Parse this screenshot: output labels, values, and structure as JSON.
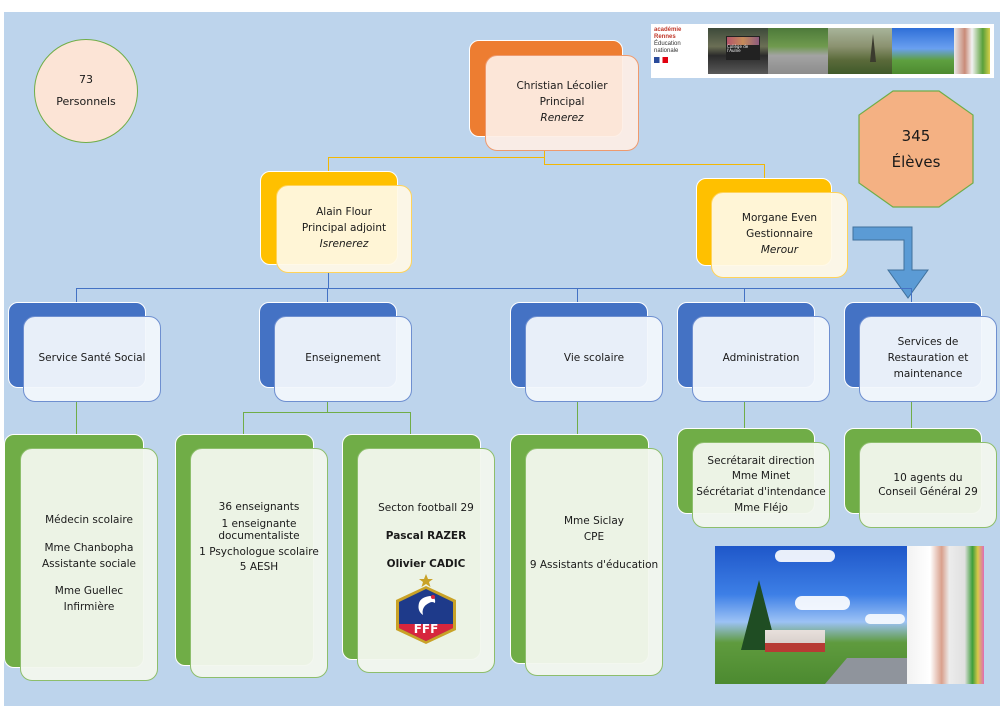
{
  "stats": {
    "staff": {
      "count": "73",
      "label": "Personnels"
    },
    "students": {
      "count": "345",
      "label": "Élèves"
    }
  },
  "banner": {
    "logo_line1": "académie",
    "logo_line2": "Rennes",
    "logo_line3": "Éducation",
    "logo_line4": "nationale",
    "sign_text": "Collège de l'Aulne"
  },
  "principal": {
    "name": "Christian Lécolier",
    "role": "Principal",
    "place": "Renerez"
  },
  "deputies": [
    {
      "name": "Alain Flour",
      "role": "Principal adjoint",
      "place": "Isrenerez"
    },
    {
      "name": "Morgane Even",
      "role": "Gestionnaire",
      "place": "Merour"
    }
  ],
  "departments": [
    {
      "label": "Service Santé Social"
    },
    {
      "label": "Enseignement"
    },
    {
      "label": "Vie scolaire"
    },
    {
      "label": "Administration"
    },
    {
      "label": "Services de Restauration et maintenance"
    }
  ],
  "teams": {
    "sante": [
      "Médecin scolaire",
      "Mme Chanbopha",
      "Assistante sociale",
      "Mme Guellec",
      "Infirmière"
    ],
    "enseignement": [
      "36 enseignants",
      "1 enseignante documentaliste",
      "1 Psychologue scolaire",
      "5 AESH"
    ],
    "football": [
      "Secton football 29",
      "Pascal RAZER",
      "Olivier CADIC"
    ],
    "fff_logo_text": "FFF",
    "vie_scolaire": [
      "Mme Siclay",
      "CPE",
      "9 Assistants d'éducation"
    ],
    "administration": [
      "Secrétarait direction",
      "Mme Minet",
      "Sécrétariat d'intendance",
      "Mme Fléjo"
    ],
    "restauration": [
      "10 agents du Conseil Général 29"
    ]
  },
  "colors": {
    "background": "#BDD4EC",
    "orange": "#ED7D31",
    "yellow": "#FFC000",
    "blue": "#4472C4",
    "green": "#70AD47",
    "octagon": "#F4B183"
  }
}
